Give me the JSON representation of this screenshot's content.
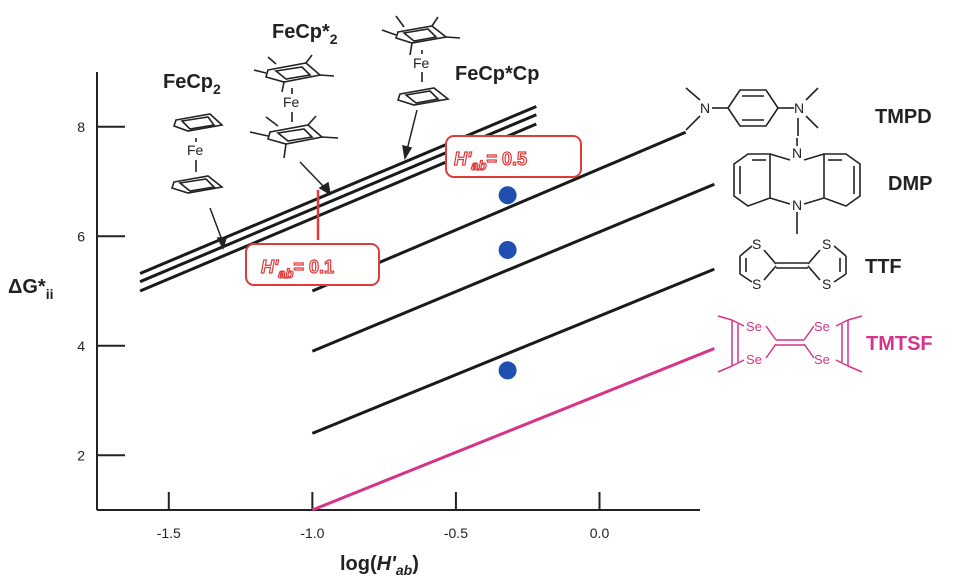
{
  "chart_data": {
    "type": "line",
    "xlabel_main": "log(",
    "xlabel_italic": "H'",
    "xlabel_sub": "ab",
    "xlabel_close": ")",
    "ylabel_main": "ΔG*",
    "ylabel_sub": "ii",
    "xlim": [
      -1.75,
      0.35
    ],
    "ylim": [
      1.0,
      9.0
    ],
    "x_ticks": [
      -1.5,
      -1.0,
      -0.5,
      0.0
    ],
    "x_tick_labels": [
      "-1.5",
      "-1.0",
      "-0.5",
      "0.0"
    ],
    "y_ticks": [
      2,
      4,
      6,
      8
    ],
    "y_tick_labels": [
      "2",
      "4",
      "6",
      "8"
    ],
    "series": [
      {
        "name": "FeCp2",
        "color": "#1a1a1a",
        "x": [
          -1.6,
          -0.22
        ],
        "y": [
          5.0,
          8.05
        ]
      },
      {
        "name": "FeCp*2",
        "color": "#1a1a1a",
        "x": [
          -1.6,
          -0.22
        ],
        "y": [
          5.17,
          8.22
        ]
      },
      {
        "name": "FeCp*Cp",
        "color": "#1a1a1a",
        "x": [
          -1.6,
          -0.22
        ],
        "y": [
          5.32,
          8.37
        ]
      },
      {
        "name": "TMPD",
        "color": "#1a1a1a",
        "x": [
          -1.0,
          0.3
        ],
        "y": [
          5.0,
          7.9
        ]
      },
      {
        "name": "DMP",
        "color": "#1a1a1a",
        "x": [
          -1.0,
          0.4
        ],
        "y": [
          3.9,
          6.95
        ]
      },
      {
        "name": "TTF",
        "color": "#1a1a1a",
        "x": [
          -1.0,
          0.4
        ],
        "y": [
          2.4,
          5.4
        ]
      },
      {
        "name": "TMTSF",
        "color": "#d6338a",
        "x": [
          -1.0,
          0.4
        ],
        "y": [
          1.0,
          3.95
        ]
      }
    ],
    "points": [
      {
        "x": -0.32,
        "y": 6.75,
        "color": "#1f4fb0"
      },
      {
        "x": -0.32,
        "y": 5.75,
        "color": "#1f4fb0"
      },
      {
        "x": -0.32,
        "y": 3.55,
        "color": "#1f4fb0"
      }
    ]
  },
  "labels": {
    "fecp2": "FeCp",
    "fecp2_sub": "2",
    "fecps2": "FeCp*",
    "fecps2_sub": "2",
    "fecpscp": "FeCp*Cp",
    "tmpd": "TMPD",
    "dmp": "DMP",
    "ttf": "TTF",
    "tmtsf": "TMTSF",
    "fe": "Fe",
    "n": "N",
    "s": "S",
    "se": "Se"
  },
  "callouts": {
    "h01_italic": "H'",
    "h01_sub": "ab",
    "h01_value": "= 0.1",
    "h05_italic": "H'",
    "h05_sub": "ab",
    "h05_value": "= 0.5"
  },
  "colors": {
    "ink": "#1a1a1a",
    "callout_red": "#e03a3a",
    "tmtsf_pink": "#d6338a",
    "point_blue": "#1f4fb0"
  }
}
